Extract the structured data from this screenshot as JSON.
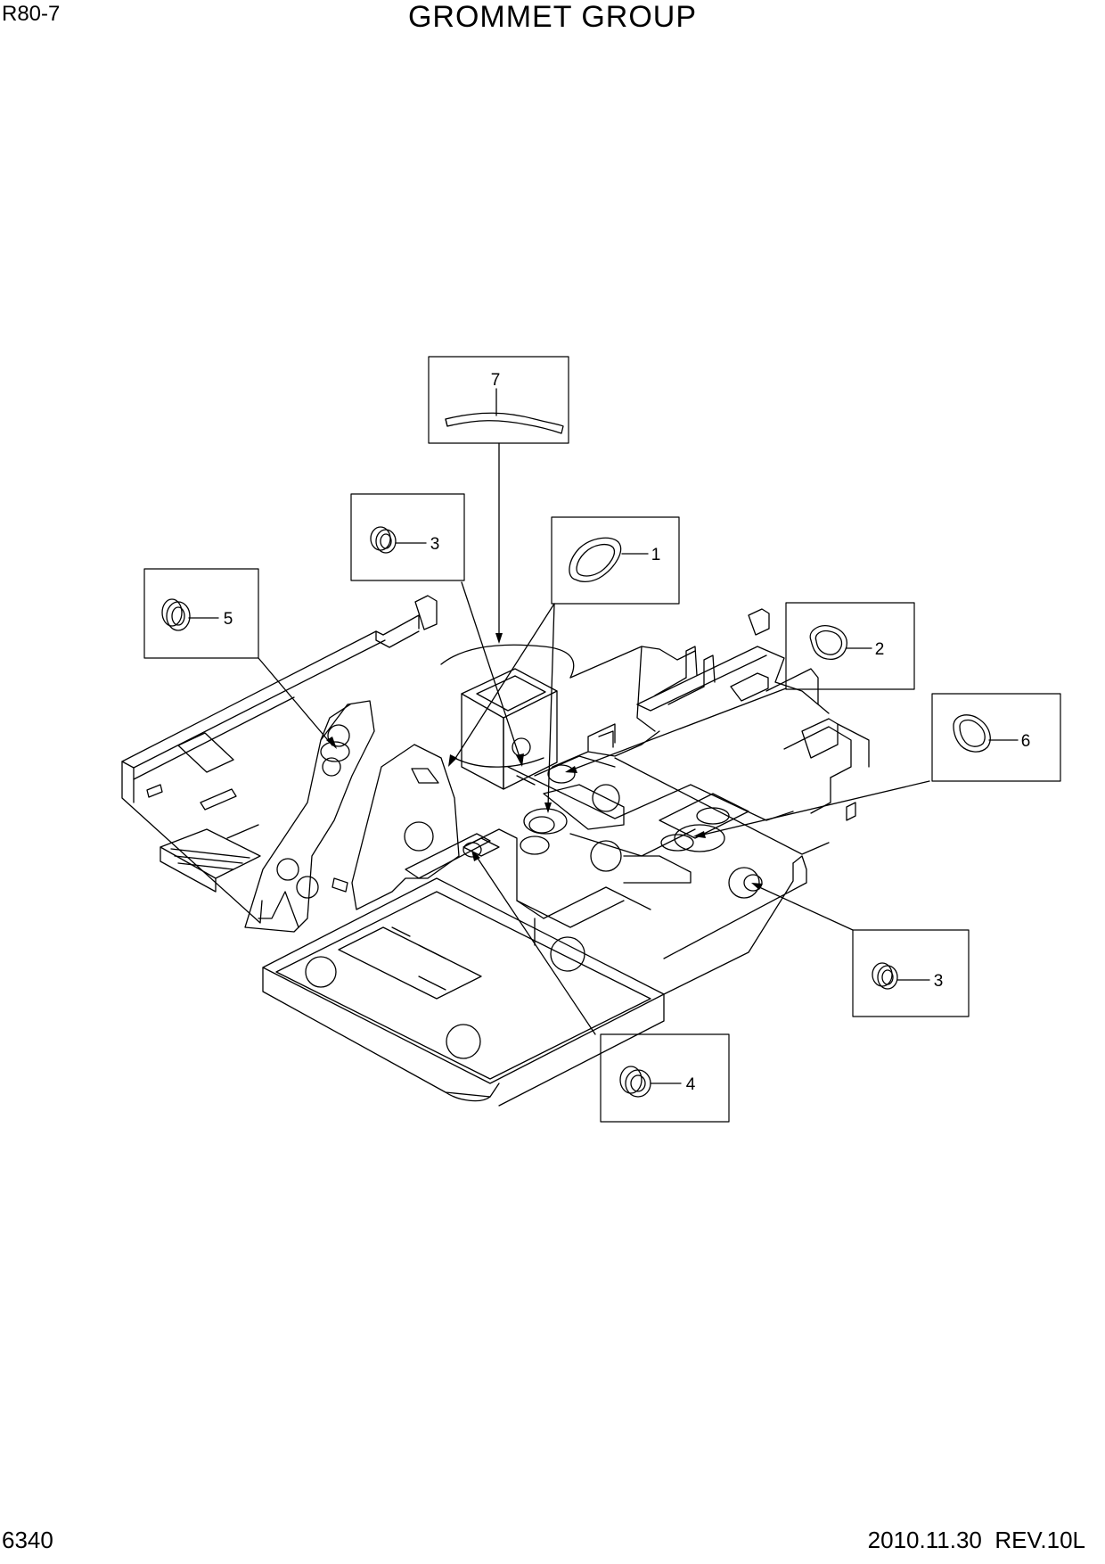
{
  "header": {
    "model": "R80-7",
    "title": "GROMMET GROUP"
  },
  "footer": {
    "page_number": "6340",
    "revision": "2010.11.30  REV.10L"
  },
  "callouts": [
    {
      "label": "7",
      "part": "strip-grommet-icon"
    },
    {
      "label": "3",
      "part": "round-grommet-icon"
    },
    {
      "label": "1",
      "part": "oval-grommet-icon"
    },
    {
      "label": "5",
      "part": "round-grommet-icon"
    },
    {
      "label": "2",
      "part": "oval-grommet-icon"
    },
    {
      "label": "6",
      "part": "oval-grommet-icon"
    },
    {
      "label": "3",
      "part": "round-grommet-icon"
    },
    {
      "label": "4",
      "part": "round-grommet-icon"
    }
  ]
}
